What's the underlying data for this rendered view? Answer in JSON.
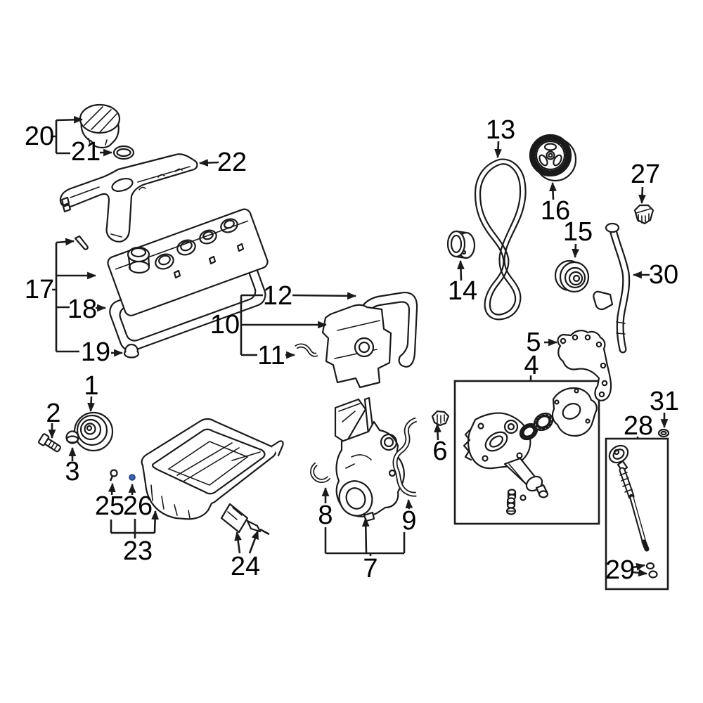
{
  "figure": {
    "background": "#ffffff",
    "line_color": "#1a1a1a",
    "highlight_color": "#3f62ae",
    "callouts": {
      "c1": "1",
      "c2": "2",
      "c3": "3",
      "c4": "4",
      "c5": "5",
      "c6": "6",
      "c7": "7",
      "c8": "8",
      "c9": "9",
      "c10": "10",
      "c11": "11",
      "c12": "12",
      "c13": "13",
      "c14": "14",
      "c15": "15",
      "c16": "16",
      "c17": "17",
      "c18": "18",
      "c19": "19",
      "c20": "20",
      "c21": "21",
      "c22": "22",
      "c23": "23",
      "c24": "24",
      "c25": "25",
      "c26": "26",
      "c27": "27",
      "c28": "28",
      "c29": "29",
      "c30": "30",
      "c31": "31"
    }
  }
}
